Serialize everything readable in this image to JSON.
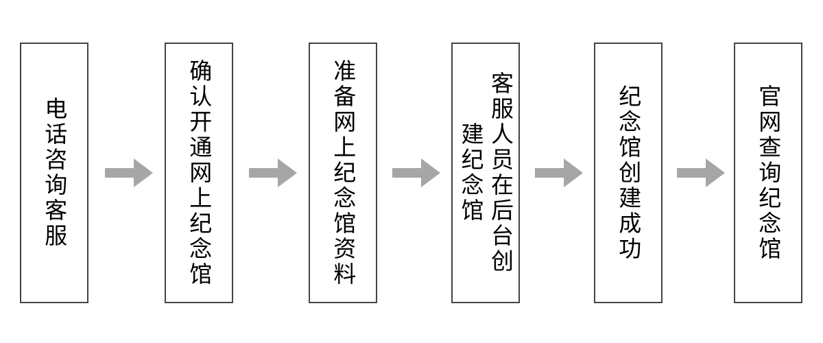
{
  "diagram": {
    "type": "horizontal-process-flow",
    "title": "",
    "orientation": "left-to-right",
    "text_direction": "vertical-rl",
    "colors": {
      "node_border": "#434343",
      "node_fill": "#ffffff",
      "node_text": "#000000",
      "arrow_fill": "#a6a6a6",
      "background": "#ffffff"
    },
    "nodes": [
      {
        "id": "node-1",
        "step": 1,
        "label": "电话咨询客服",
        "columns": [
          "电话咨询客服"
        ]
      },
      {
        "id": "node-2",
        "step": 2,
        "label": "确认开通网上纪念馆",
        "columns": [
          "确认开通网上纪念馆"
        ]
      },
      {
        "id": "node-3",
        "step": 3,
        "label": "准备网上纪念馆资料",
        "columns": [
          "准备网上纪念馆资料"
        ]
      },
      {
        "id": "node-4",
        "step": 4,
        "label": "客服人员在后台创建纪念馆",
        "columns": [
          "客服人员在后台",
          "创建纪念馆"
        ]
      },
      {
        "id": "node-5",
        "step": 5,
        "label": "纪念馆创建成功",
        "columns": [
          "纪念馆创建成功"
        ]
      },
      {
        "id": "node-6",
        "step": 6,
        "label": "官网查询纪念馆",
        "columns": [
          "官网查询纪念馆"
        ]
      }
    ],
    "connectors": [
      {
        "id": "arrow-1",
        "from": "node-1",
        "to": "node-2",
        "shape": "block-arrow-right"
      },
      {
        "id": "arrow-2",
        "from": "node-2",
        "to": "node-3",
        "shape": "block-arrow-right"
      },
      {
        "id": "arrow-3",
        "from": "node-3",
        "to": "node-4",
        "shape": "block-arrow-right"
      },
      {
        "id": "arrow-4",
        "from": "node-4",
        "to": "node-5",
        "shape": "block-arrow-right"
      },
      {
        "id": "arrow-5",
        "from": "node-5",
        "to": "node-6",
        "shape": "block-arrow-right"
      }
    ]
  }
}
